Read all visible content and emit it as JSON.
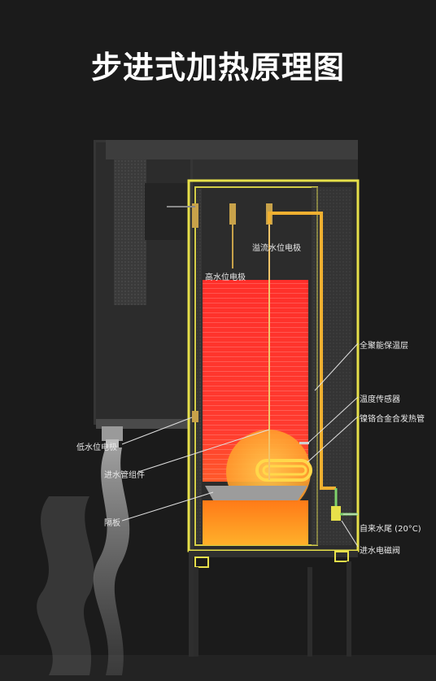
{
  "title": "步进式加热原理图",
  "labels": {
    "overflow_electrode": "溢流水位电极",
    "high_electrode": "高水位电极",
    "insulation": "全聚能保温层",
    "temp_sensor": "温度传感器",
    "heating_tube": "镍铬合金合发热管",
    "low_electrode": "低水位电极",
    "inlet_assembly": "进水管组件",
    "partition": "隔板",
    "tap_water": "自来水尾 (20°C)",
    "inlet_valve": "进水电磁阀"
  },
  "colors": {
    "background": "#1b1b1b",
    "hot_water": "#ff3b2f",
    "warm_water": "#ff8a1c",
    "insulation_outline": "#e7e04a",
    "pipe": "#f0b030",
    "valve_pipe": "#7fd36b"
  }
}
